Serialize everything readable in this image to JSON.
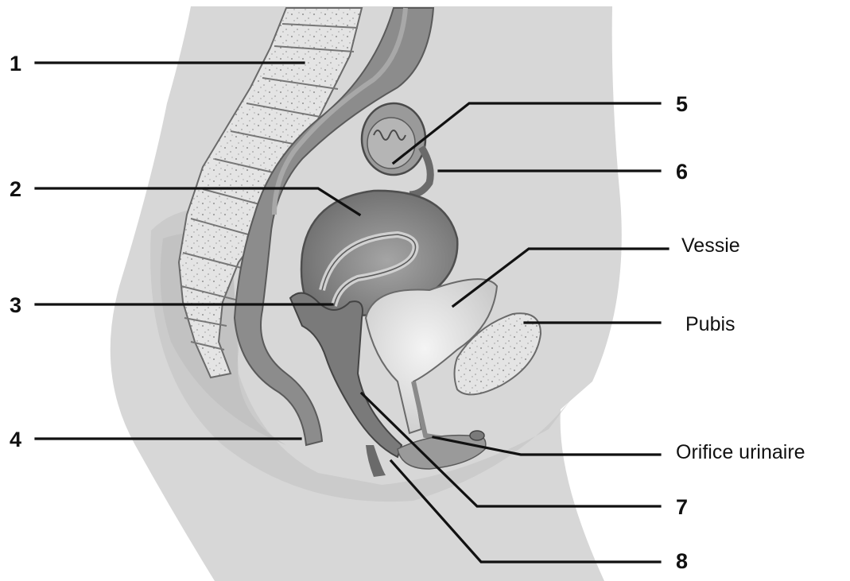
{
  "figure": {
    "subject": "Coupe sagittale de l'appareil génital féminin",
    "labels": {
      "l1": "1",
      "l2": "2",
      "l3": "3",
      "l4": "4",
      "l5": "5",
      "l6": "6",
      "l7": "7",
      "l8": "8",
      "vessie": "Vessie",
      "pubis": "Pubis",
      "orifice_urinaire": "Orifice urinaire"
    }
  }
}
